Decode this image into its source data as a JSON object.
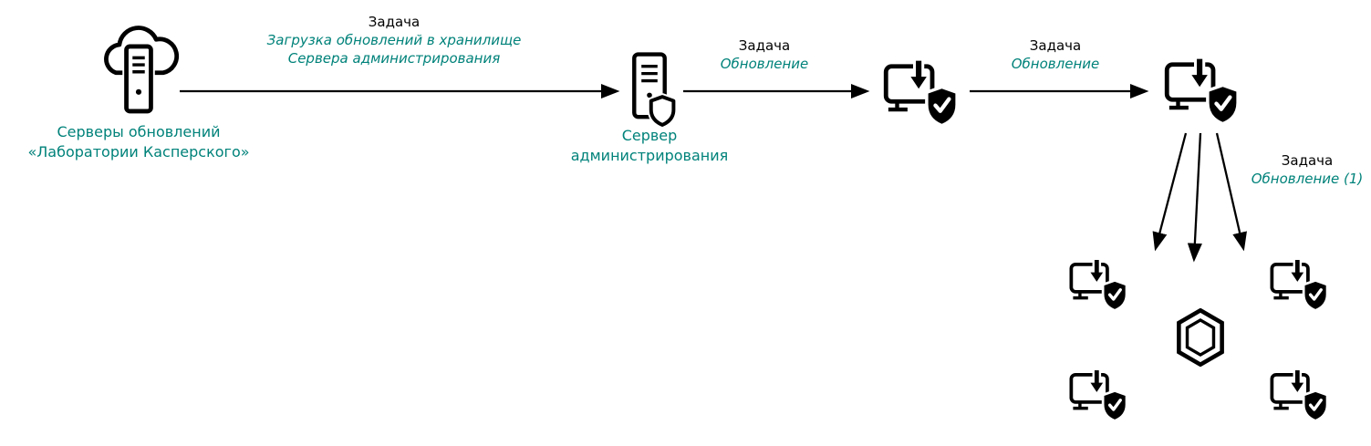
{
  "colors": {
    "accent_teal": "#00827A",
    "icon_black": "#000000",
    "background": "#FFFFFF"
  },
  "nodes": {
    "kaspersky_update_servers": {
      "label": [
        "Серверы обновлений",
        "«Лаборатории Касперского»"
      ]
    },
    "administration_server": {
      "label": [
        "Сервер",
        "администрирования"
      ]
    }
  },
  "tasks": {
    "download_updates": {
      "title": "Задача",
      "name": [
        "Загрузка обновлений в хранилище",
        "Сервера администрирования"
      ]
    },
    "update_host": {
      "title": "Задача",
      "name": "Обновление"
    },
    "update_distribution_point": {
      "title": "Задача",
      "name": "Обновление"
    },
    "update_from_distribution_point": {
      "title": "Задача",
      "name": "Обновление (1)"
    }
  },
  "icons": {
    "cloud_server": "kaspersky-update-servers-icon",
    "admin_server": "administration-server-icon",
    "update_host": "computer-download-shield-icon",
    "hexagon": "hexagon-device-icon"
  }
}
